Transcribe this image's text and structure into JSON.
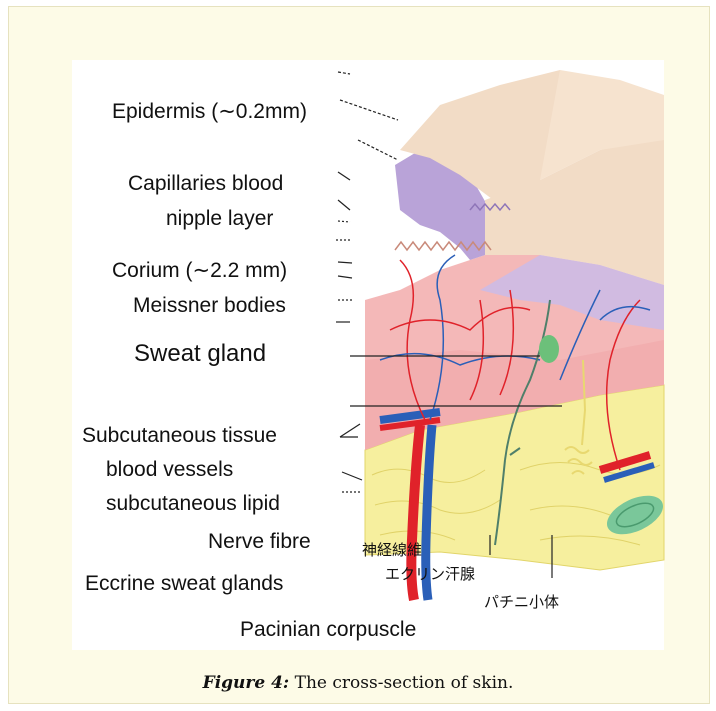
{
  "figure": {
    "labels": {
      "epidermis": "Epidermis (∼0.2mm)",
      "capillaries": "Capillaries blood",
      "nipple_layer": "nipple layer",
      "corium": "Corium (∼2.2 mm)",
      "meissner": "Meissner bodies",
      "sweat_gland": "Sweat gland",
      "subcutaneous_tissue": "Subcutaneous tissue",
      "blood_vessels": "blood vessels",
      "subcutaneous_lipid": "subcutaneous lipid",
      "nerve_fibre": "Nerve fibre",
      "eccrine": "Eccrine sweat glands",
      "pacinian": "Pacinian corpuscle"
    },
    "japanese_labels": {
      "nerve_fibre_jp": "神経線維",
      "eccrine_jp": "エクリン汗腺",
      "pacinian_jp": "パチニ小体"
    },
    "caption_number": "Figure 4:",
    "caption_text": " The cross-section of skin.",
    "colors": {
      "panel_background": "#fdfbe7",
      "epidermis": "#f2dcc6",
      "epidermis_purple": "#b9a3d8",
      "dermis": "#f4b8b8",
      "fat": "#f6ef9e",
      "artery": "#e0222a",
      "vein": "#2a5fb8",
      "nerve": "#4f7f6a"
    }
  }
}
